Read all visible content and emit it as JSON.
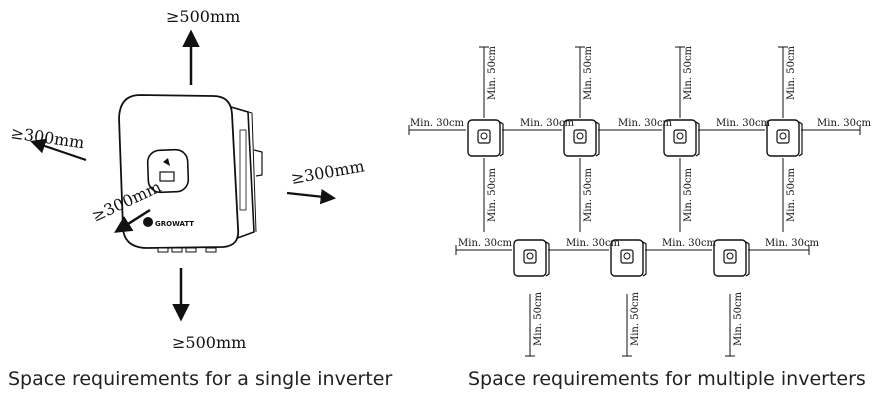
{
  "single": {
    "caption": "Space requirements for a single inverter",
    "top_clearance": "≥500mm",
    "bottom_clearance": "≥500mm",
    "left_clearance": "≥300mm",
    "right_clearance": "≥300mm",
    "front_clearance": "≥300mm",
    "logo_text": "GROWATT"
  },
  "multiple": {
    "caption": "Space requirements for multiple inverters",
    "horizontal_label": "Min. 30cm",
    "vertical_label": "Min. 50cm"
  },
  "colors": {
    "line": "#111111",
    "text": "#222222"
  }
}
